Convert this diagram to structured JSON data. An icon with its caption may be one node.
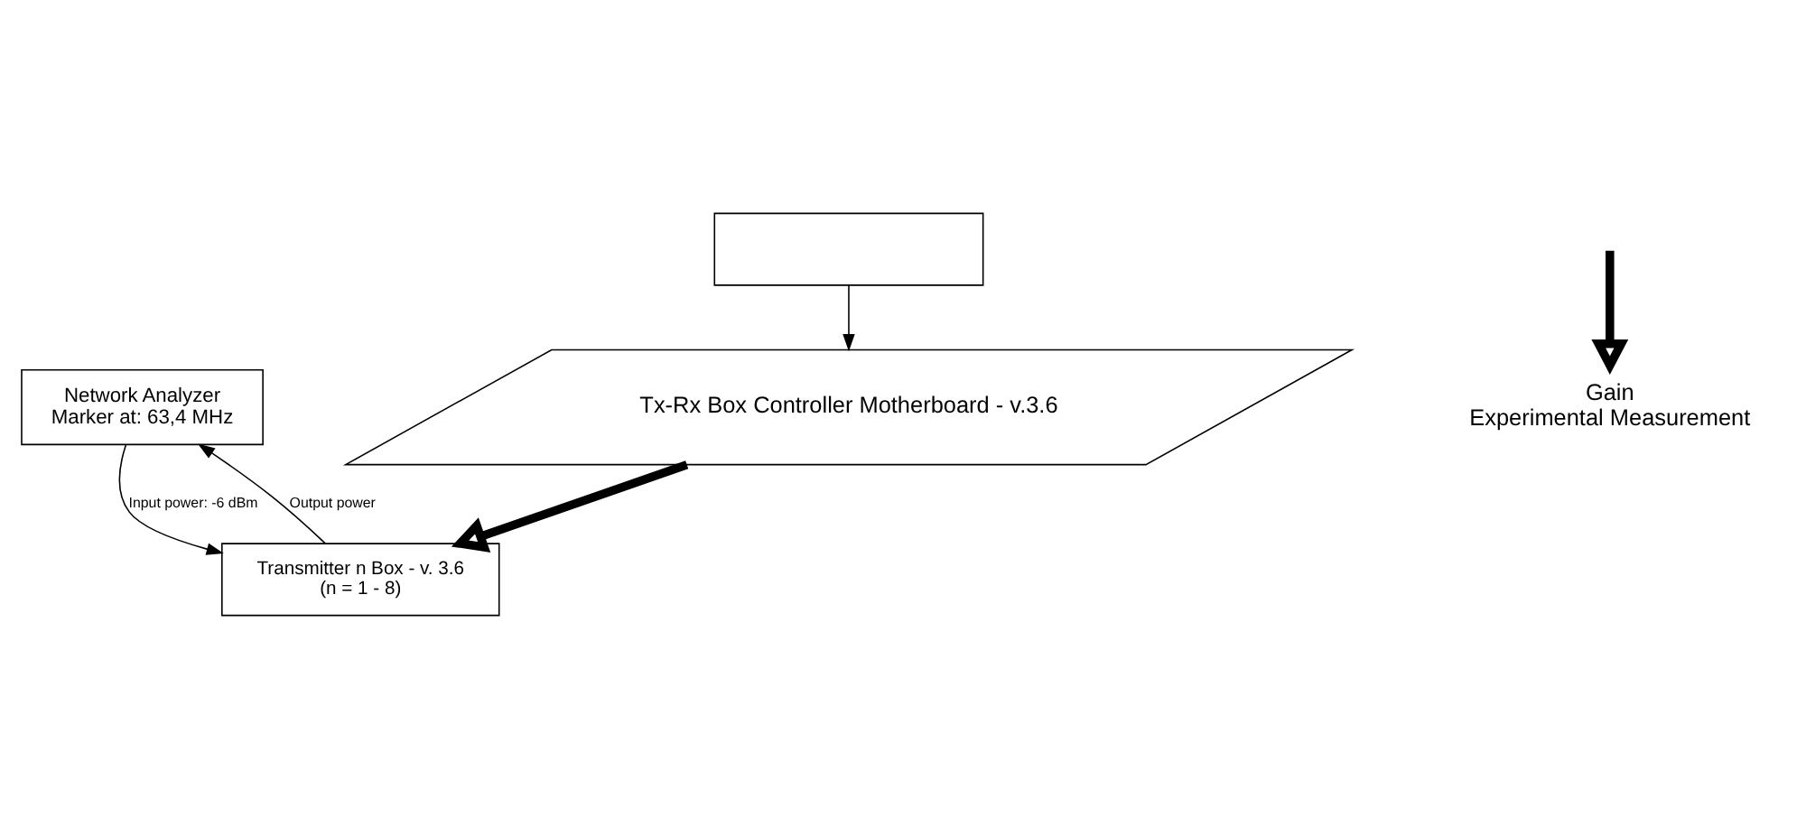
{
  "diagram": {
    "nodes": [
      {
        "text": [
          "Network Analyzer",
          "Marker at: 63,4 MHz"
        ]
      },
      {
        "text": [
          "Transmitter n Box - v. 3.6",
          "(n = 1 - 8)"
        ]
      },
      {
        "text": [
          "Gain",
          "Experimental Measurement"
        ]
      },
      {
        "text": [],
        "shape": "box"
      },
      {
        "text": [
          "Tx-Rx Box Controller Motherboard - v.3.6"
        ]
      }
    ],
    "edges": [
      {
        "from": 0,
        "to": 1,
        "arrow": "to",
        "label": "Input power: -6 dBm"
      },
      {
        "from": 1,
        "to": 0,
        "arrow": "to",
        "label": "Output power"
      },
      {
        "from": null,
        "to": 2,
        "arrow": "to",
        "style": "thick"
      },
      {
        "from": 4,
        "to": 1,
        "arrow": "to",
        "style": "thick"
      },
      {
        "from": 3,
        "to": 4,
        "arrow": "to"
      }
    ]
  }
}
